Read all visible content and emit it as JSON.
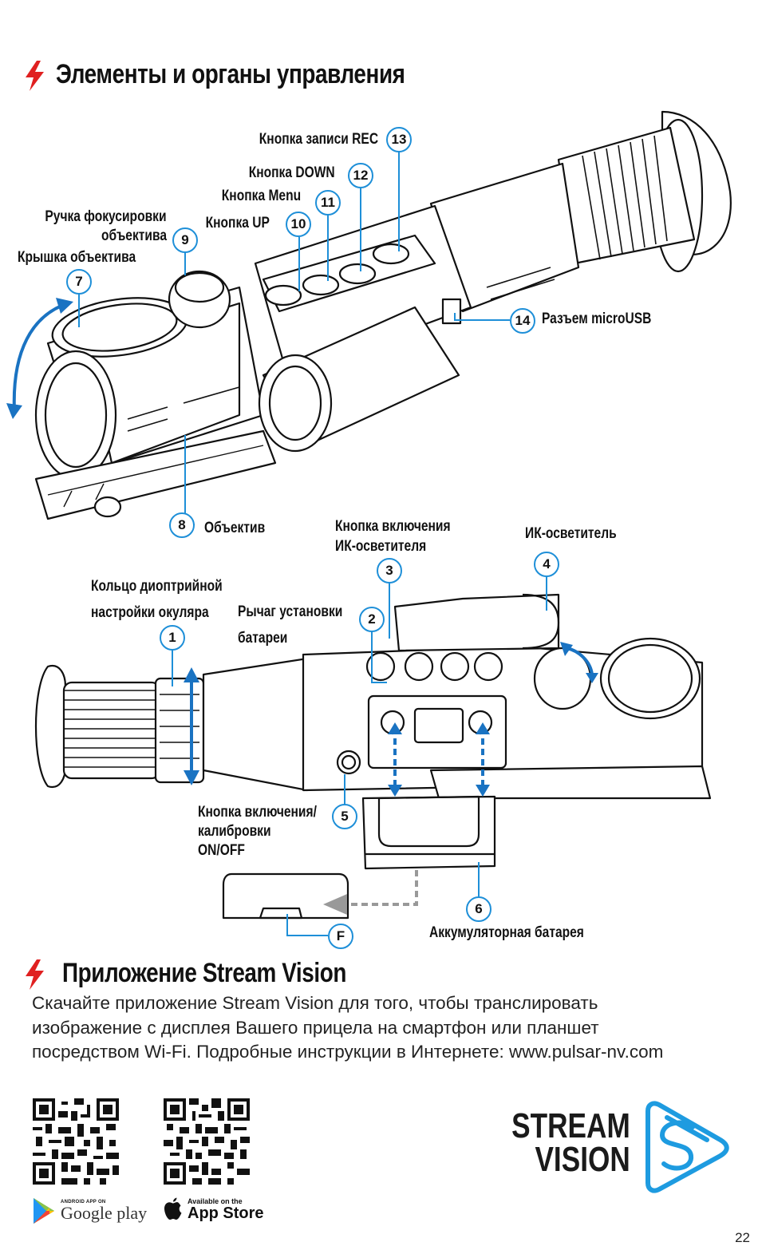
{
  "section1": {
    "title": "Элементы и органы управления"
  },
  "labels": {
    "l13": "Кнопка записи REC",
    "l12": "Кнопка DOWN",
    "l11": "Кнопка Menu",
    "l10": "Кнопка UP",
    "l9a": "Ручка фокусировки",
    "l9b": "объектива",
    "l7": "Крышка объектива",
    "l14": "Разъем microUSB",
    "l8": "Объектив",
    "l3a": "Кнопка включения",
    "l3b": "ИК-осветителя",
    "l4": "ИК-осветитель",
    "l1a": "Кольцо диоптрийной",
    "l1b": "настройки окуляра",
    "l2a": "Рычаг установки",
    "l2b": "батареи",
    "l5a": "Кнопка включения/",
    "l5b": "калибровки",
    "l5c": "ON/OFF",
    "l6": "Аккумуляторная батарея"
  },
  "callouts": {
    "n1": "1",
    "n2": "2",
    "n3": "3",
    "n4": "4",
    "n5": "5",
    "n6": "6",
    "n7": "7",
    "n8": "8",
    "n9": "9",
    "n10": "10",
    "n11": "11",
    "n12": "12",
    "n13": "13",
    "n14": "14",
    "nF": "F"
  },
  "section2": {
    "title": "Приложение Stream Vision",
    "body": "Скачайте приложение Stream Vision для того, чтобы транслировать изображение с дисплея Вашего прицела на смартфон или планшет посредством Wi-Fi. Подробные инструкции в Интернете: www.pulsar-nv.com"
  },
  "stores": {
    "google_small": "ANDROID APP ON",
    "google_name": "Google play",
    "apple_small": "Available on the",
    "apple_name": "App Store"
  },
  "brand": {
    "line1": "STREAM",
    "line2": "VISION"
  },
  "icons": {
    "section_bullet": "lightning-bolt-icon",
    "accent": "#e02020",
    "callout": "#1e8fd8"
  },
  "page": {
    "number": "22"
  }
}
